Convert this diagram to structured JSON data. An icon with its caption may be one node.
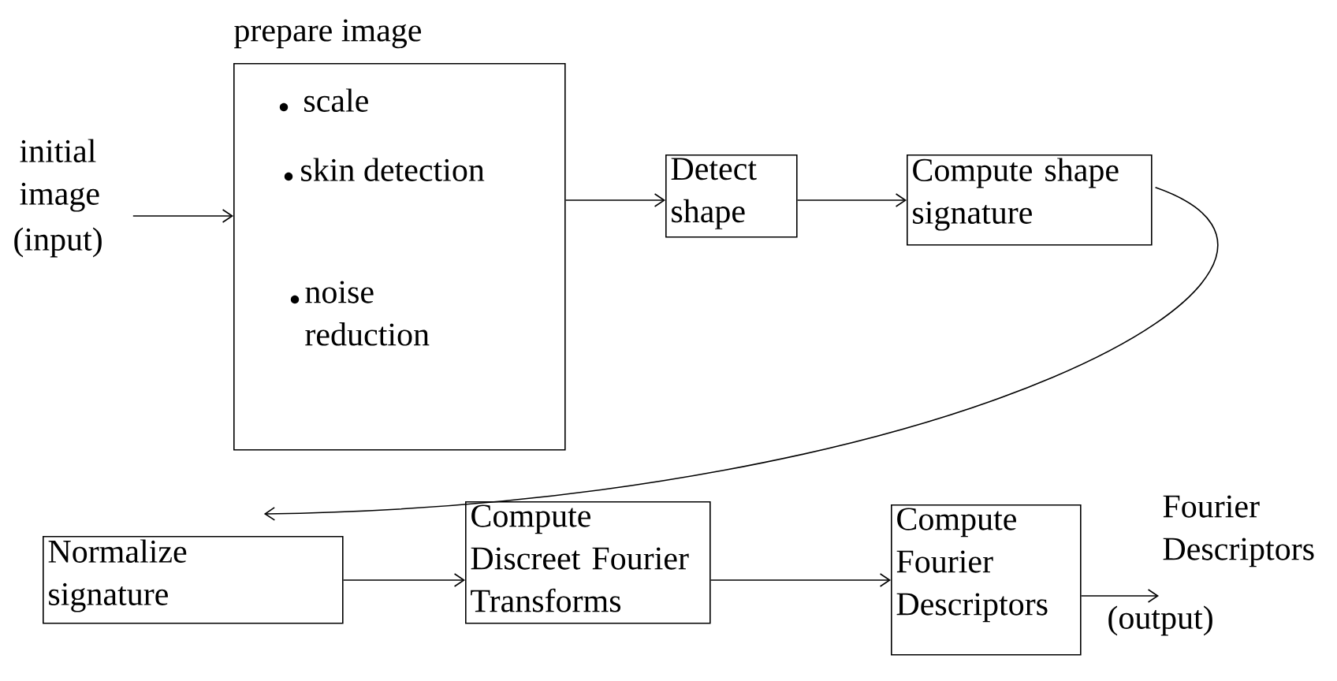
{
  "diagram": {
    "nodes": [
      {
        "text": [
          "initial image"
        ],
        "beside": [
          "(input)"
        ]
      },
      {
        "text": [
          "prepare image",
          "scale",
          "skin detection",
          "noise reduction"
        ]
      },
      {
        "text": [
          "Detect shape"
        ]
      },
      {
        "text": [
          "Compute shape signature"
        ]
      },
      {
        "text": [
          "Normalize signature"
        ]
      },
      {
        "text": [
          "Compute Discreet Fourier Transforms"
        ]
      },
      {
        "text": [
          "Compute Fourier Descriptors"
        ]
      },
      {
        "text": [
          "Fourier Descriptors"
        ],
        "beside": [
          "(output)"
        ]
      }
    ],
    "edges": [
      {
        "from": 0,
        "to": 1,
        "arrow": "to"
      },
      {
        "from": 1,
        "to": 2,
        "arrow": "to"
      },
      {
        "from": 2,
        "to": 3,
        "arrow": "to"
      },
      {
        "from": 3,
        "to": 4,
        "arrow": "to"
      },
      {
        "from": 4,
        "to": 5,
        "arrow": "to"
      },
      {
        "from": 5,
        "to": 6,
        "arrow": "to"
      },
      {
        "from": 6,
        "to": 7,
        "arrow": "to"
      }
    ]
  }
}
